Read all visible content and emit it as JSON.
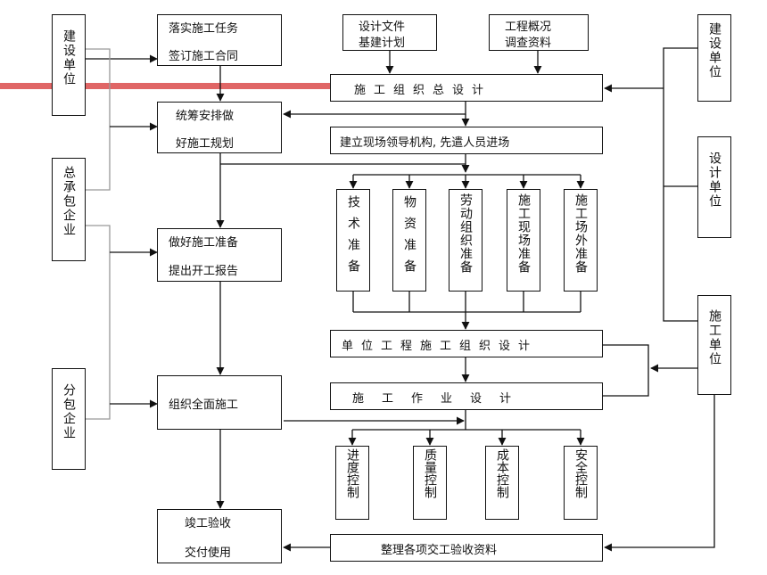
{
  "left": {
    "owner": "建设单位",
    "general": "总承包企业",
    "sub": "分包企业"
  },
  "right": {
    "owner": "建设单位",
    "design": "设计单位",
    "construction": "施工单位"
  },
  "inputs": {
    "design_docs": [
      "设计文件",
      "基建计划"
    ],
    "survey": [
      "工程概况",
      "调查资料"
    ]
  },
  "center": {
    "general_design": "施工组织总设计",
    "establish": "建立现场领导机构, 先遣人员进场",
    "prep_items": [
      "技术准备",
      "物资准备",
      "劳动组织准备",
      "施工现场准备",
      "施工场外准备"
    ],
    "unit_design": "单位工程施工组织设计",
    "work_design": "施工作业设计",
    "controls": [
      "进度控制",
      "质量控制",
      "成本控制",
      "安全控制"
    ],
    "acceptance_docs": "整理各项交工验收资料"
  },
  "steps": {
    "s1": [
      "落实施工任务",
      "签订施工合同"
    ],
    "s2": [
      "统筹安排做",
      "好施工规划"
    ],
    "s3": [
      "做好施工准备",
      "提出开工报告"
    ],
    "s4": "组织全面施工",
    "s5": [
      "竣工验收",
      "交付使用"
    ]
  },
  "colors": {
    "line": "#111111",
    "highlight": "#e06666",
    "bg": "#ffffff"
  }
}
